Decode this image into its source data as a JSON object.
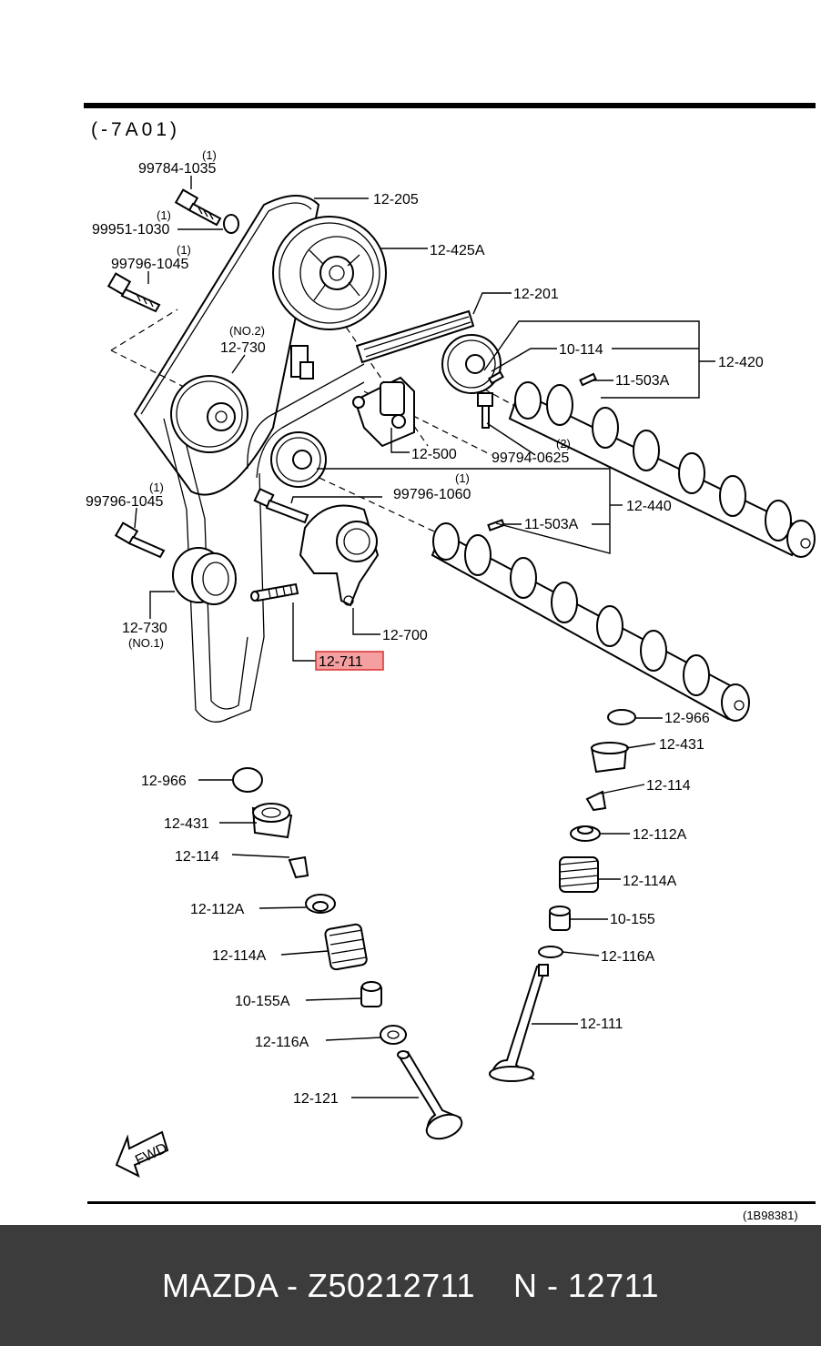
{
  "diagram": {
    "model_code": "(-7A01)",
    "figure_code": "(1B98381)",
    "fwd_label": "FWD",
    "callouts": [
      {
        "id": "12-205",
        "label": "12-205"
      },
      {
        "id": "12-425A",
        "label": "12-425A"
      },
      {
        "id": "12-201",
        "label": "12-201"
      },
      {
        "id": "12-420",
        "label": "12-420"
      },
      {
        "id": "10-114",
        "label": "10-114"
      },
      {
        "id": "11-503A-top",
        "label": "11-503A"
      },
      {
        "id": "99784-1035",
        "label": "99784-1035",
        "qty": "(1)"
      },
      {
        "id": "99951-1030",
        "label": "99951-1030",
        "qty": "(1)"
      },
      {
        "id": "99796-1045-top",
        "label": "99796-1045",
        "qty": "(1)"
      },
      {
        "id": "12-730-no2",
        "label": "12-730",
        "note": "(NO.2)"
      },
      {
        "id": "12-500",
        "label": "12-500"
      },
      {
        "id": "99794-0625",
        "label": "99794-0625",
        "qty": "(2)"
      },
      {
        "id": "99796-1060",
        "label": "99796-1060",
        "qty": "(1)"
      },
      {
        "id": "12-440",
        "label": "12-440"
      },
      {
        "id": "11-503A-mid",
        "label": "11-503A"
      },
      {
        "id": "99796-1045-mid",
        "label": "99796-1045",
        "qty": "(1)"
      },
      {
        "id": "12-730-no1",
        "label": "12-730",
        "note": "(NO.1)"
      },
      {
        "id": "12-700",
        "label": "12-700"
      },
      {
        "id": "12-711",
        "label": "12-711",
        "highlighted": true
      },
      {
        "id": "12-966-right",
        "label": "12-966"
      },
      {
        "id": "12-431-right",
        "label": "12-431"
      },
      {
        "id": "12-114-right",
        "label": "12-114"
      },
      {
        "id": "12-112A-right",
        "label": "12-112A"
      },
      {
        "id": "12-114A-right",
        "label": "12-114A"
      },
      {
        "id": "10-155",
        "label": "10-155"
      },
      {
        "id": "12-116A-right",
        "label": "12-116A"
      },
      {
        "id": "12-111",
        "label": "12-111"
      },
      {
        "id": "12-966-left",
        "label": "12-966"
      },
      {
        "id": "12-431-left",
        "label": "12-431"
      },
      {
        "id": "12-114-left",
        "label": "12-114"
      },
      {
        "id": "12-112A-left",
        "label": "12-112A"
      },
      {
        "id": "12-114A-left",
        "label": "12-114A"
      },
      {
        "id": "10-155A",
        "label": "10-155A"
      },
      {
        "id": "12-116A-left",
        "label": "12-116A"
      },
      {
        "id": "12-121",
        "label": "12-121"
      }
    ],
    "colors": {
      "highlight_fill": "#f4a0a0",
      "highlight_stroke": "#d93030",
      "footer_bg": "#3c3c3c"
    }
  },
  "footer": {
    "text": "MAZDA - Z50212711    N - 12711"
  }
}
